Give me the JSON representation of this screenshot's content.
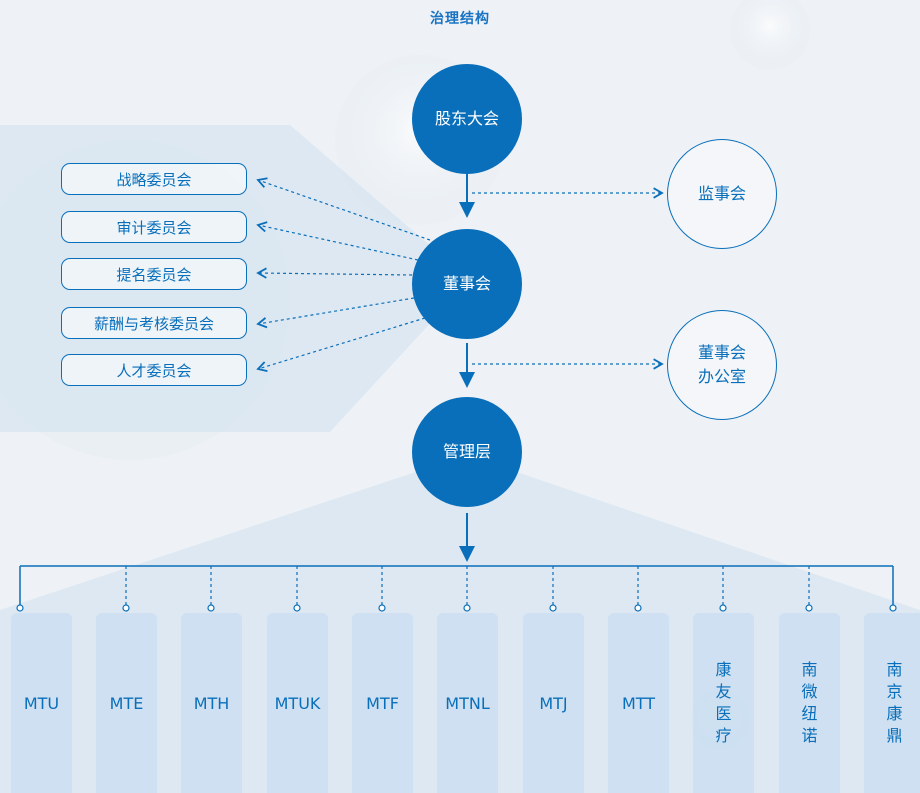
{
  "title": "治理结构",
  "nodes": {
    "shareholders": "股东大会",
    "supervisors": "监事会",
    "board": "董事会",
    "board_office": "董事会\n办公室",
    "management": "管理层"
  },
  "committees": [
    "战略委员会",
    "审计委员会",
    "提名委员会",
    "薪酬与考核委员会",
    "人才委员会"
  ],
  "subsidiaries": [
    "MTU",
    "MTE",
    "MTH",
    "MTUK",
    "MTF",
    "MTNL",
    "MTJ",
    "MTT",
    "康友医疗",
    "南微纽诺",
    "南京康鼎"
  ],
  "colors": {
    "primary": "#0a6fba",
    "node_text": "#ffffff",
    "sub_box": "#c8def0"
  }
}
